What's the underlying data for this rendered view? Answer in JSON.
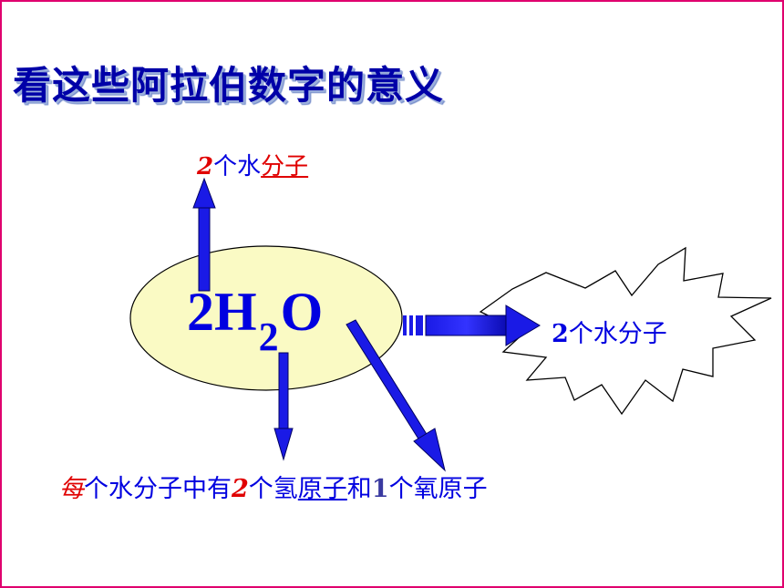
{
  "slide": {
    "title": "看这些阿拉伯数字的意义",
    "formula": {
      "coefficient": "2",
      "element1": "H",
      "subscript": "2",
      "element2": "O"
    },
    "top_label": {
      "number": "2",
      "text_plain": "个水",
      "text_underlined": "分子"
    },
    "burst_label": {
      "number": "2",
      "text": "个水分子"
    },
    "bottom_label": {
      "first_char": "每",
      "part1": "个水分子中有",
      "number_h": "2",
      "part2": "个氢",
      "underlined": "原子",
      "part3": "和",
      "number_o": "1",
      "part4": "个氧原子"
    }
  },
  "colors": {
    "border": "#e0006e",
    "title": "#0000a8",
    "formula": "#0000e0",
    "highlight_number": "#e00000",
    "ellipse_fill": "#fafac4",
    "arrow": "#1010e0"
  }
}
